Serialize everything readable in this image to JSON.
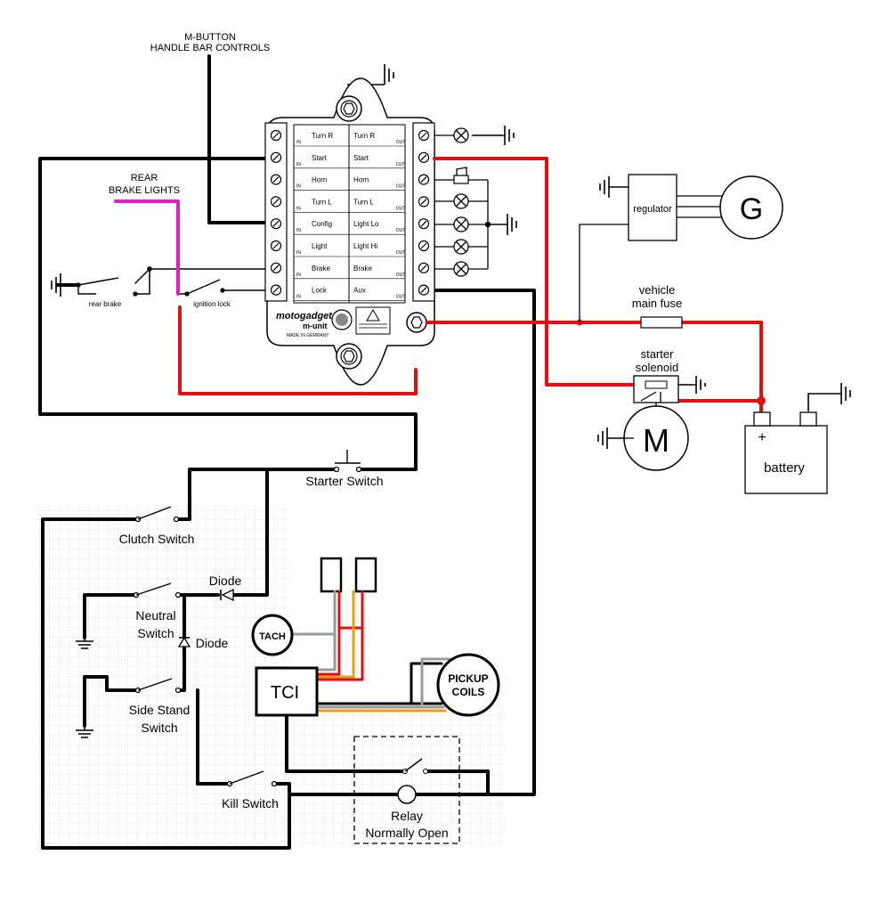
{
  "labels": {
    "m_button": "M-BUTTON",
    "handle_bar": "HANDLE BAR CONTROLS",
    "rear_brake_lights_1": "REAR",
    "rear_brake_lights_2": "BRAKE LIGHTS",
    "rear_brake": "rear brake",
    "ignition_lock": "ignition lock",
    "regulator": "regulator",
    "generator": "G",
    "vehicle_fuse_1": "vehicle",
    "vehicle_fuse_2": "main fuse",
    "starter_solenoid_1": "starter",
    "starter_solenoid_2": "solenoid",
    "motor": "M",
    "battery": "battery",
    "battery_plus": "+",
    "starter_switch": "Starter Switch",
    "clutch_switch": "Clutch Switch",
    "neutral_switch_1": "Neutral",
    "neutral_switch_2": "Switch",
    "diode_1": "Diode",
    "diode_2": "Diode",
    "side_stand_1": "Side Stand",
    "side_stand_2": "Switch",
    "kill_switch": "Kill Switch",
    "tach": "TACH",
    "tci": "TCI",
    "pickup_1": "PICKUP",
    "pickup_2": "COILS",
    "relay_1": "Relay",
    "relay_2": "Normally Open"
  },
  "munit": {
    "brand": "motogadget",
    "model": "m-unit",
    "made_in": "MADE IN GERMANY",
    "terminal_in": "IN",
    "terminal_out": "OUT",
    "inputs": [
      "Turn R",
      "Start",
      "Horn",
      "Turn L",
      "Config",
      "Light",
      "Brake",
      "Lock"
    ],
    "outputs": [
      "Turn R",
      "Start",
      "Horn",
      "Turn L",
      "Light Lo",
      "Light Hi",
      "Brake",
      "Aux"
    ]
  },
  "colors": {
    "power_wire": "#e01010",
    "brake_light_wire": "#e020c0",
    "signal_orange": "#f39c12",
    "signal_grey": "#9a9a9a"
  }
}
